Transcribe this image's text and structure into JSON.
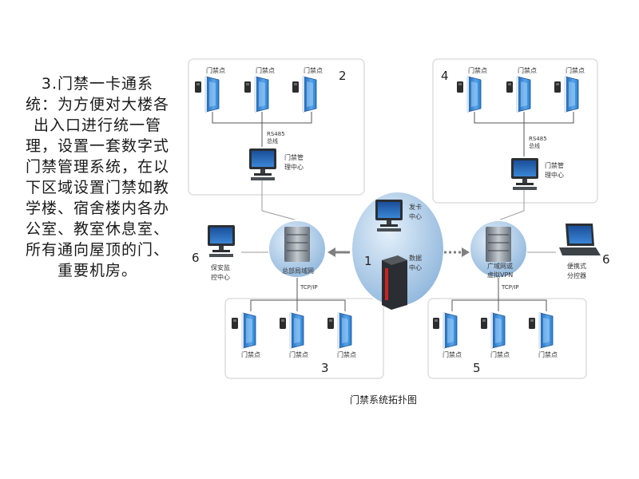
{
  "intro_text": "3.门禁一卡通系统：为方便对大楼各出入口进行统一管理，设置一套数字式门禁管理系统，在以下区域设置门禁如教学楼、宿舍楼内各办公室、教室休息室、所有通向屋顶的门、重要机房。",
  "caption": "门禁系统拓扑图",
  "labels": {
    "door_point": "门禁点",
    "rs485_a": "RS485",
    "rs485_b": "总线",
    "mgmt_a": "门禁管",
    "mgmt_b": "理中心",
    "issue_a": "发卡",
    "issue_b": "中心",
    "data_a": "数据",
    "data_b": "中心",
    "lan": "总部局域网",
    "wan_a": "广域网或",
    "wan_b": "虚拟VPN",
    "tcpip": "TCP/IP",
    "security_a": "保安监",
    "security_b": "控中心",
    "portable_a": "便携式",
    "portable_b": "分控器"
  },
  "numbers": {
    "n1": "1",
    "n2": "2",
    "n3": "3",
    "n4": "4",
    "n5": "5",
    "n6_left": "6",
    "n6_right": "6"
  },
  "colors": {
    "sphere": "#a7c7e4",
    "door_blue": "#2a7fd0",
    "box_border": "#d6d6d6",
    "arrow": "#808080"
  }
}
